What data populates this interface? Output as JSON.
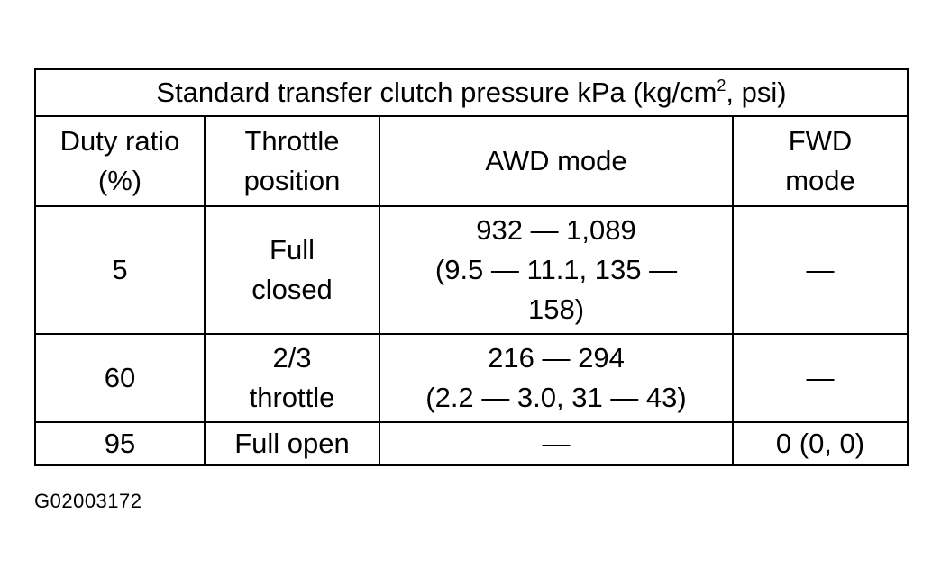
{
  "table": {
    "title_prefix": "Standard transfer clutch pressure kPa (kg/cm",
    "title_sup": "2",
    "title_suffix": ", psi)",
    "headers": {
      "duty_ratio": [
        "Duty ratio",
        "(%)"
      ],
      "throttle_position": [
        "Throttle",
        "position"
      ],
      "awd_mode": "AWD mode",
      "fwd_mode": [
        "FWD",
        "mode"
      ]
    },
    "rows": [
      {
        "duty_ratio": "5",
        "throttle": [
          "Full",
          "closed"
        ],
        "awd": [
          "932 — 1,089",
          "(9.5 — 11.1, 135 —",
          "158)"
        ],
        "fwd": "—"
      },
      {
        "duty_ratio": "60",
        "throttle": [
          "2/3",
          "throttle"
        ],
        "awd": [
          "216 — 294",
          "(2.2 — 3.0, 31 — 43)"
        ],
        "fwd": "—"
      },
      {
        "duty_ratio": "95",
        "throttle": [
          "Full open"
        ],
        "awd": [
          "—"
        ],
        "fwd": "0 (0, 0)"
      }
    ]
  },
  "figure_code": "G02003172"
}
